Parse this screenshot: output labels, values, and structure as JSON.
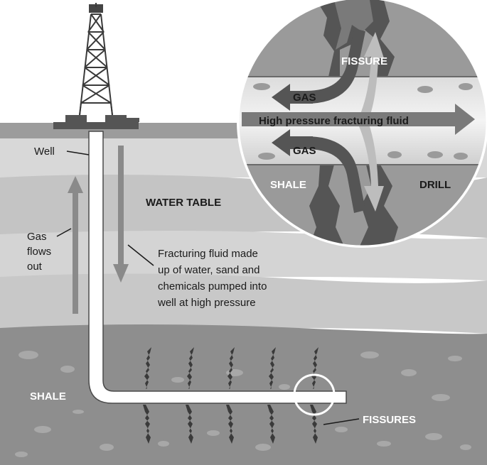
{
  "labels": {
    "well": "Well",
    "water_table": "WATER TABLE",
    "gas_flows_out": [
      "Gas",
      "flows",
      "out"
    ],
    "fracturing_fluid": [
      "Fracturing fluid made",
      "up of water, sand and",
      "chemicals pumped into",
      "well at high pressure"
    ],
    "shale": "SHALE",
    "fissures": "FISSURES"
  },
  "inset": {
    "fissure": "FISSURE",
    "gas_top": "GAS",
    "high_pressure": "High pressure fracturing fluid",
    "gas_bottom": "GAS",
    "shale": "SHALE",
    "drill": "DRILL"
  },
  "colors": {
    "sky": "#ffffff",
    "soil_top": "#9c9c9c",
    "band_light": "#d8d8d8",
    "band_mid": "#c4c4c4",
    "band_light2": "#d4d4d4",
    "band_lower": "#c8c8c8",
    "shale_layer": "#8e8e8e",
    "pipe": "#ffffff",
    "arrow": "#8a8a8a",
    "crack": "#3a3a3a",
    "inset_bg": "#9a9a9a",
    "text_dark": "#1a1a1a",
    "text_light": "#ffffff"
  }
}
